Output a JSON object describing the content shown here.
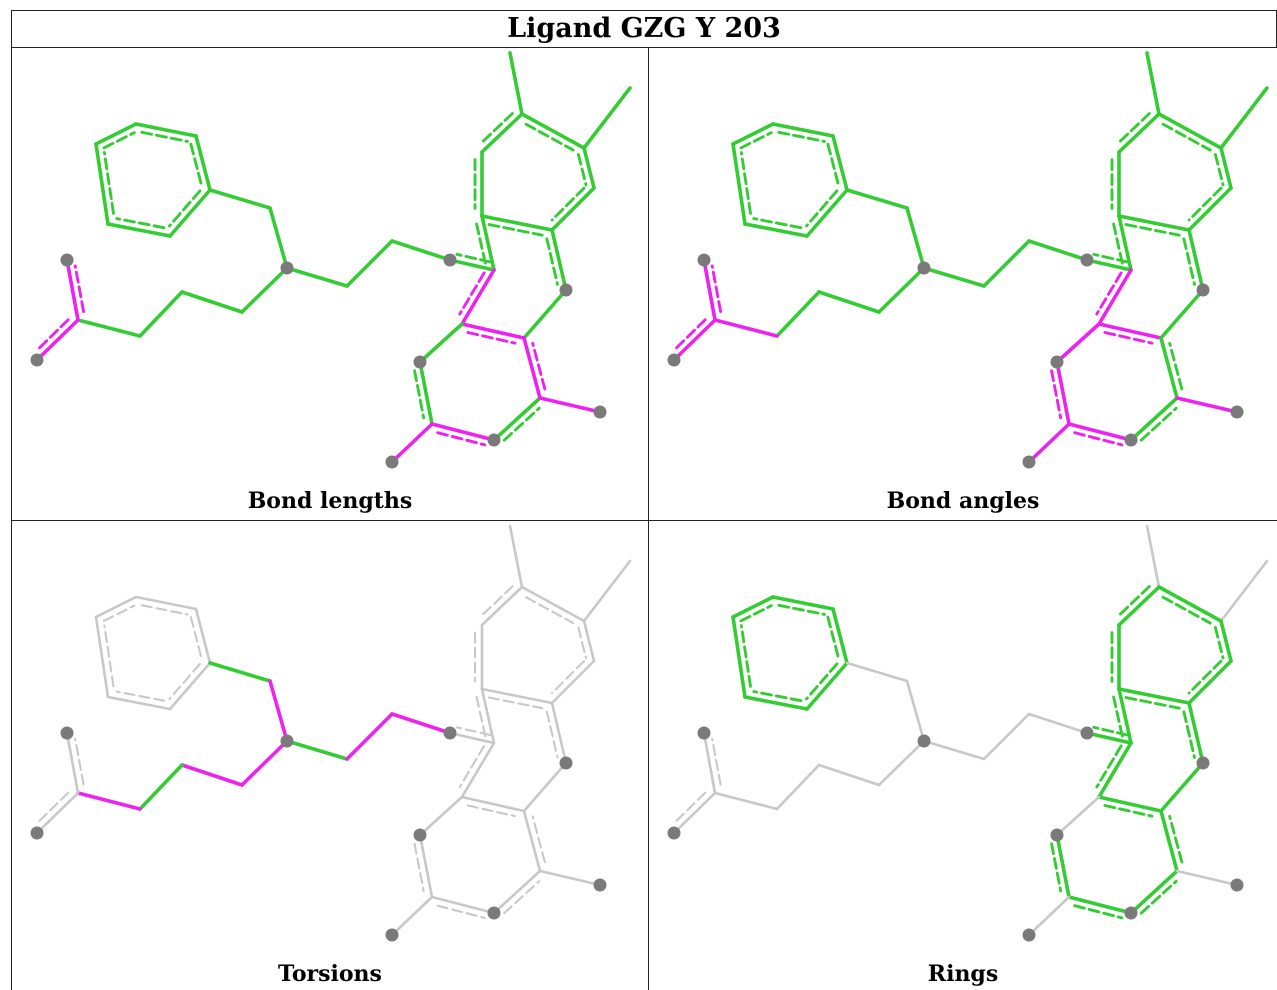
{
  "table": {
    "title": "Ligand GZG Y 203",
    "panels": [
      {
        "caption": "Bond lengths"
      },
      {
        "caption": "Bond angles"
      },
      {
        "caption": "Torsions"
      },
      {
        "caption": "Rings"
      }
    ]
  },
  "colors": {
    "ok": "#33cc33",
    "outlier": "#ee22ee",
    "neutral": "#c8c8c8",
    "atom": "#7a7a7a",
    "border": "#222222"
  },
  "legend_semantics": {
    "green": "ok",
    "magenta": "outlier",
    "grey": "neutral"
  }
}
